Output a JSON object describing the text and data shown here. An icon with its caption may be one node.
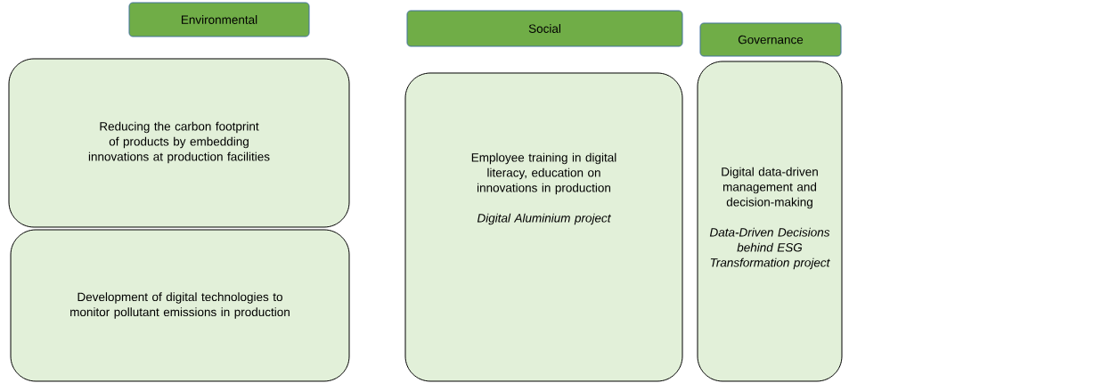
{
  "diagram": {
    "nodes": [
      {
        "text": [
          "Environmental"
        ]
      },
      {
        "text": [
          "Reducing the carbon footprint of products by embedding innovations at production facilities"
        ]
      },
      {
        "text": [
          "Development of digital technologies to monitor pollutant emissions in production"
        ]
      },
      {
        "text": [
          "Social"
        ]
      },
      {
        "text": [
          "Employee training in digital literacy, education on innovations in production",
          "Digital Aluminium project"
        ]
      },
      {
        "text": [
          "Governance"
        ]
      },
      {
        "text": [
          "Digital data-driven management and decision-making",
          "Data-Driven Decisions behind ESG Transformation project"
        ]
      }
    ],
    "edges": []
  }
}
